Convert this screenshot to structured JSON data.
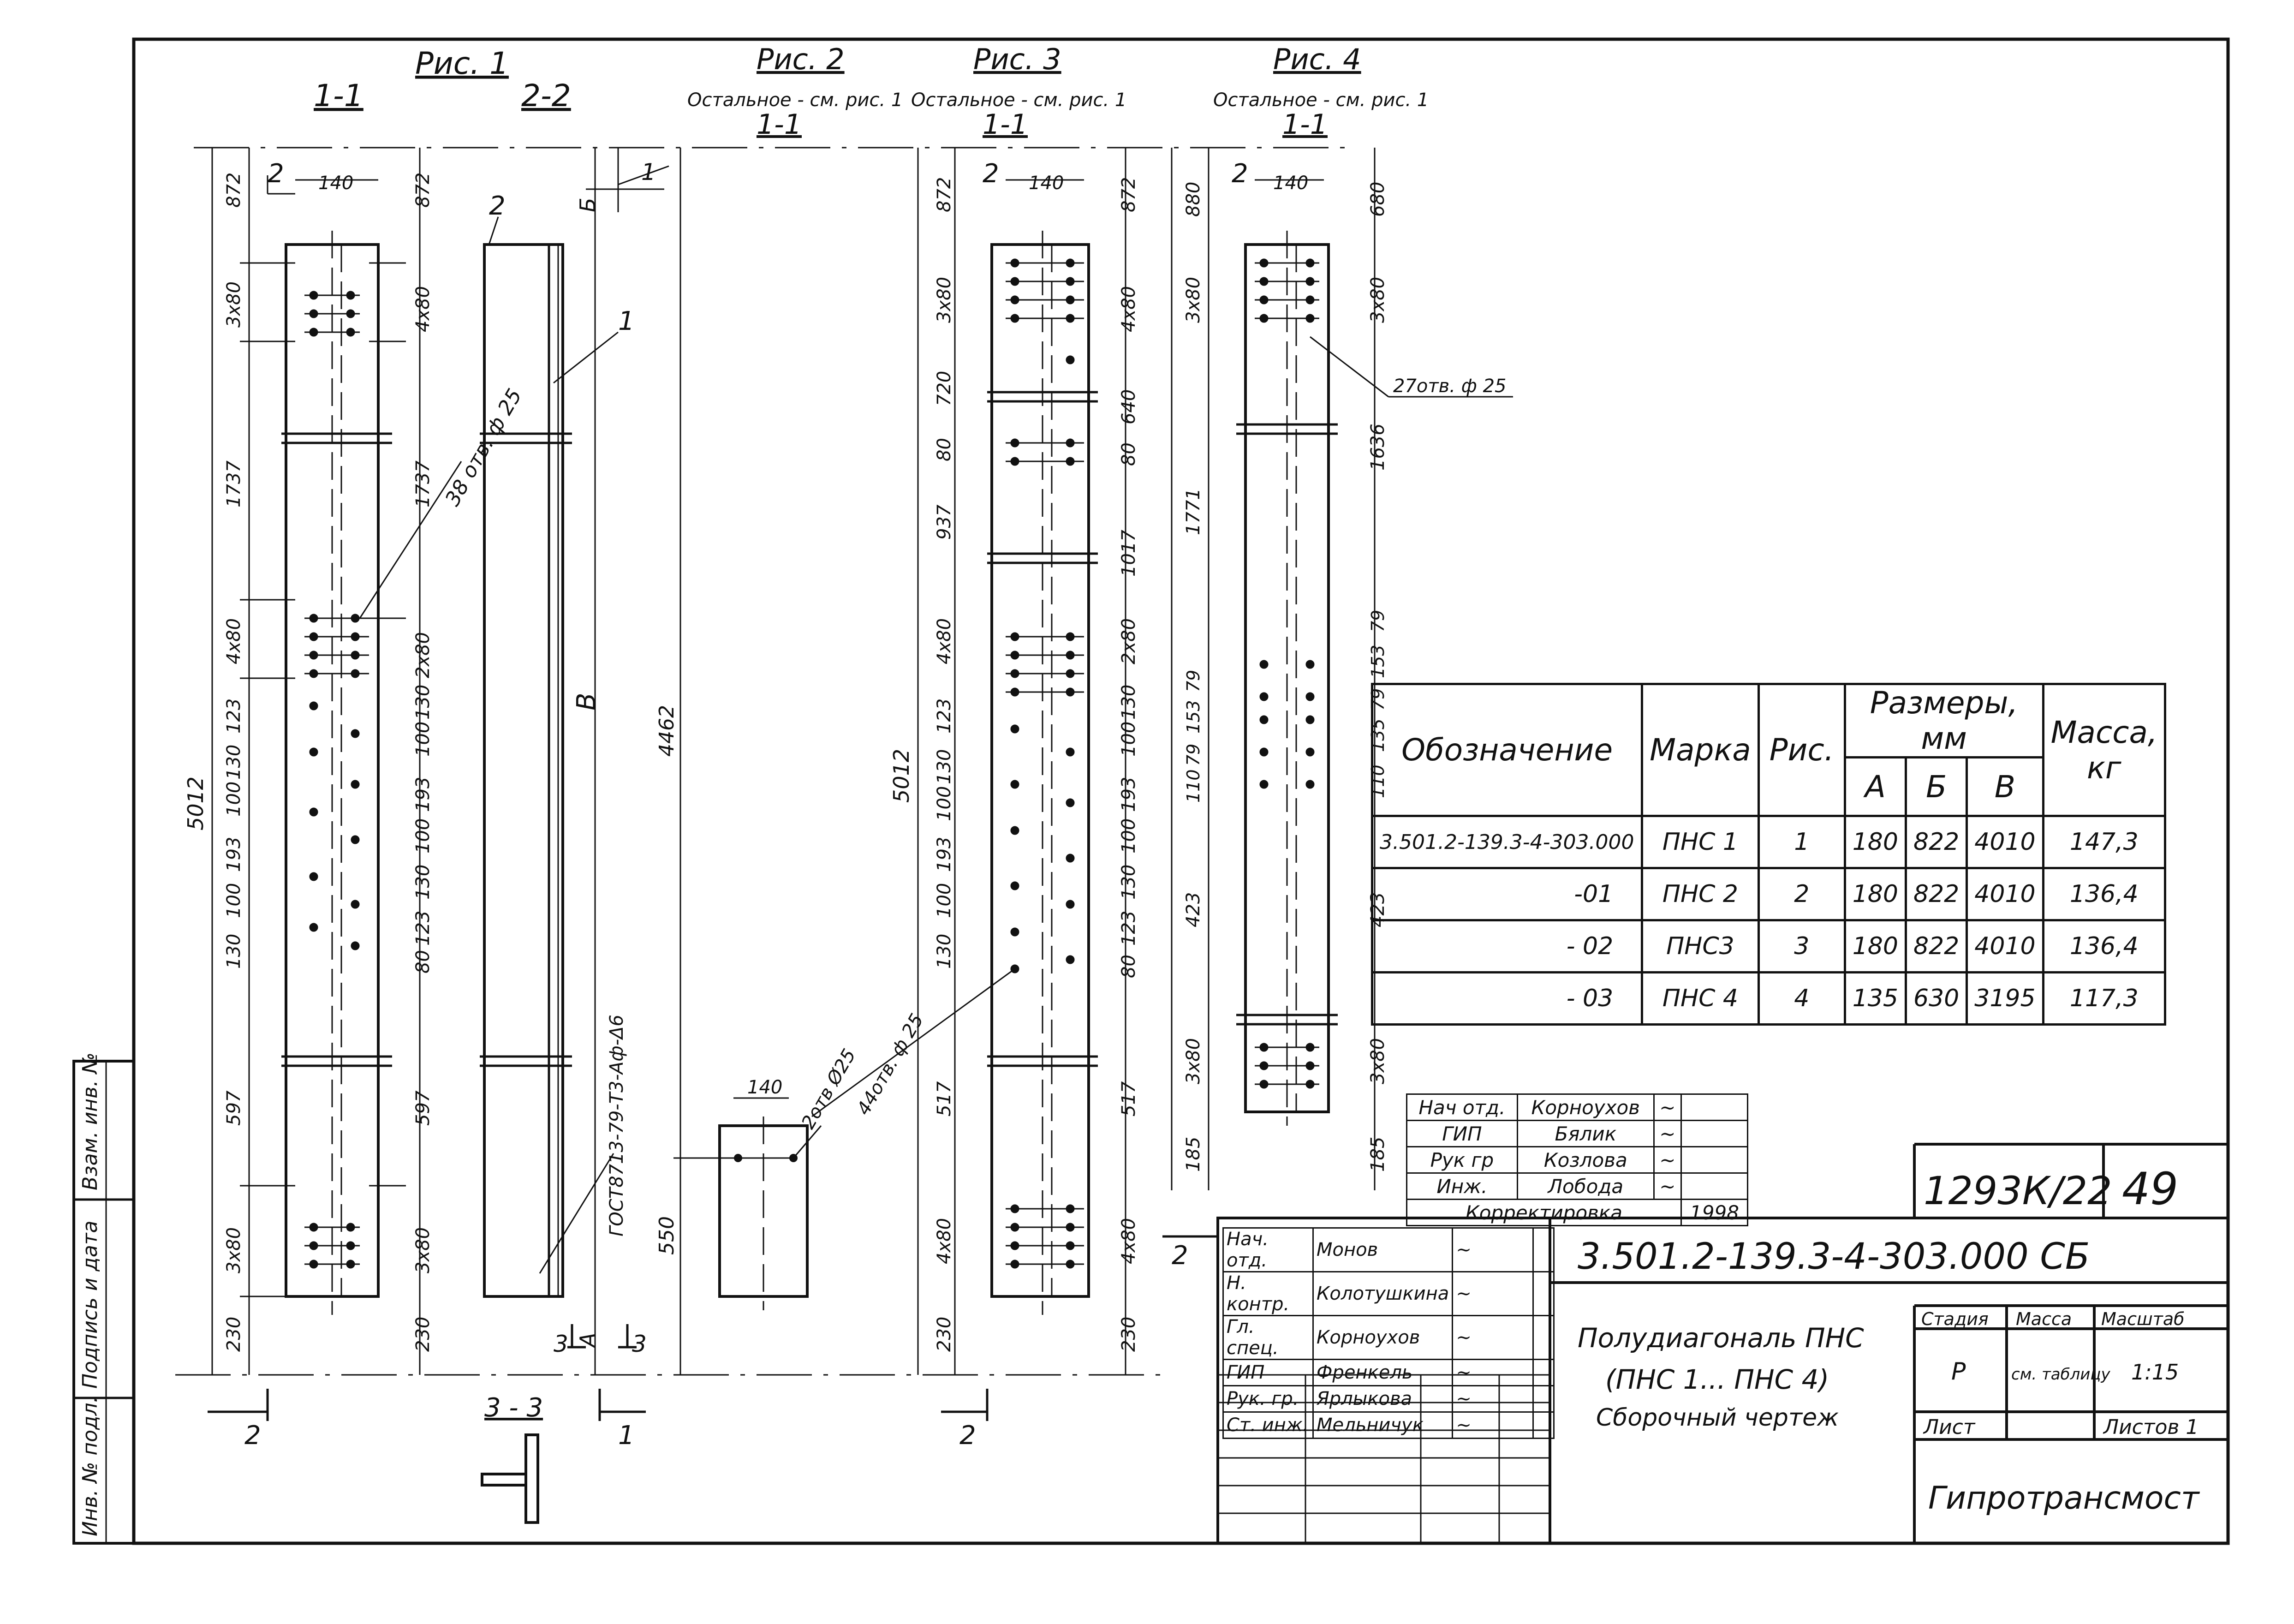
{
  "figures": {
    "fig1": {
      "title": "Рис. 1",
      "sec1": "1-1",
      "sec2": "2-2"
    },
    "fig2": {
      "title": "Рис. 2",
      "note": "Остальное - см. рис. 1",
      "sec": "1-1"
    },
    "fig3": {
      "title": "Рис. 3",
      "note": "Остальное - см. рис. 1",
      "sec": "1-1"
    },
    "fig4": {
      "title": "Рис. 4",
      "note": "Остальное - см. рис. 1",
      "sec": "1-1"
    }
  },
  "dims": {
    "d872": "872",
    "d140": "140",
    "d3x80": "3х80",
    "d4x80": "4х80",
    "d1737": "1737",
    "d5012": "5012",
    "d123": "123",
    "d130": "130",
    "d100": "100",
    "d193": "193",
    "d80": "80",
    "d597": "597",
    "d230": "230",
    "d2x80": "2х80",
    "d4462": "4462",
    "d550": "550",
    "d720": "720",
    "d640": "640",
    "d937": "937",
    "d1017": "1017",
    "d517": "517",
    "d880": "880",
    "d680": "680",
    "d1636": "1636",
    "d1771": "1771",
    "d79": "79",
    "d153": "153",
    "d110": "110",
    "d135": "135",
    "d423": "423",
    "d185": "185"
  },
  "callouts": {
    "holes38": "38 отв. ф 25",
    "holes27": "27отв. ф 25",
    "holes2": "2отв Ø25",
    "holes44": "44отв. ф 25",
    "gost": "ГОСТ8713-79-Т3-Аф-Δ6",
    "pos1": "1",
    "pos2": "2",
    "letB": "В",
    "letBb": "Б",
    "letA": "А",
    "s2": "2",
    "s1": "1",
    "s3": "3",
    "sec33": "3 - 3"
  },
  "spec_table": {
    "headers": {
      "designation": "Обозначение",
      "mark": "Марка",
      "fig": "Рис.",
      "sizes": "Размеры, мм",
      "mass": "Масса, кг",
      "a": "А",
      "b": "Б",
      "v": "В"
    },
    "rows": [
      {
        "des": "3.501.2-139.3-4-303.000",
        "mark": "ПНС 1",
        "fig": "1",
        "a": "180",
        "b": "822",
        "v": "4010",
        "mass": "147,3"
      },
      {
        "des": "-01",
        "mark": "ПНС 2",
        "fig": "2",
        "a": "180",
        "b": "822",
        "v": "4010",
        "mass": "136,4"
      },
      {
        "des": "- 02",
        "mark": "ПНС3",
        "fig": "3",
        "a": "180",
        "b": "822",
        "v": "4010",
        "mass": "136,4"
      },
      {
        "des": "- 03",
        "mark": "ПНС 4",
        "fig": "4",
        "a": "135",
        "b": "630",
        "v": "3195",
        "mass": "117,3"
      }
    ]
  },
  "sign_upper": [
    {
      "role": "Нач отд.",
      "name": "Корноухов"
    },
    {
      "role": "ГИП",
      "name": "Бялик"
    },
    {
      "role": "Рук гр",
      "name": "Козлова"
    },
    {
      "role": "Инж.",
      "name": "Лобода"
    },
    {
      "role": "Корректировка",
      "name": "1998"
    }
  ],
  "sign_lower": [
    {
      "role": "Нач. отд.",
      "name": "Монов"
    },
    {
      "role": "Н. контр.",
      "name": "Колотушкина"
    },
    {
      "role": "Гл. спец.",
      "name": "Корноухов"
    },
    {
      "role": "ГИП",
      "name": "Френкель"
    },
    {
      "role": "Рук. гр.",
      "name": "Ярлыкова"
    },
    {
      "role": "Ст. инж.",
      "name": "Мельничук"
    }
  ],
  "stamp": {
    "order": "1293К/22",
    "sheet_no": "49",
    "code": "3.501.2-139.3-4-303.000 СБ",
    "title1": "Полудиагональ ПНС",
    "title2": "(ПНС 1... ПНС 4)",
    "title3": "Сборочный чертеж",
    "stage_h": "Стадия",
    "mass_h": "Масса",
    "scale_h": "Масштаб",
    "stage": "Р",
    "mass": "см. таблицу",
    "scale": "1:15",
    "list_h": "Лист",
    "lists_h": "Листов 1",
    "org": "Гипротрансмост",
    "num2": "2"
  },
  "side_stamp": {
    "s1": "Взам. инв. №",
    "s2": "Подпись и дата",
    "s3": "Инв. № подл."
  }
}
